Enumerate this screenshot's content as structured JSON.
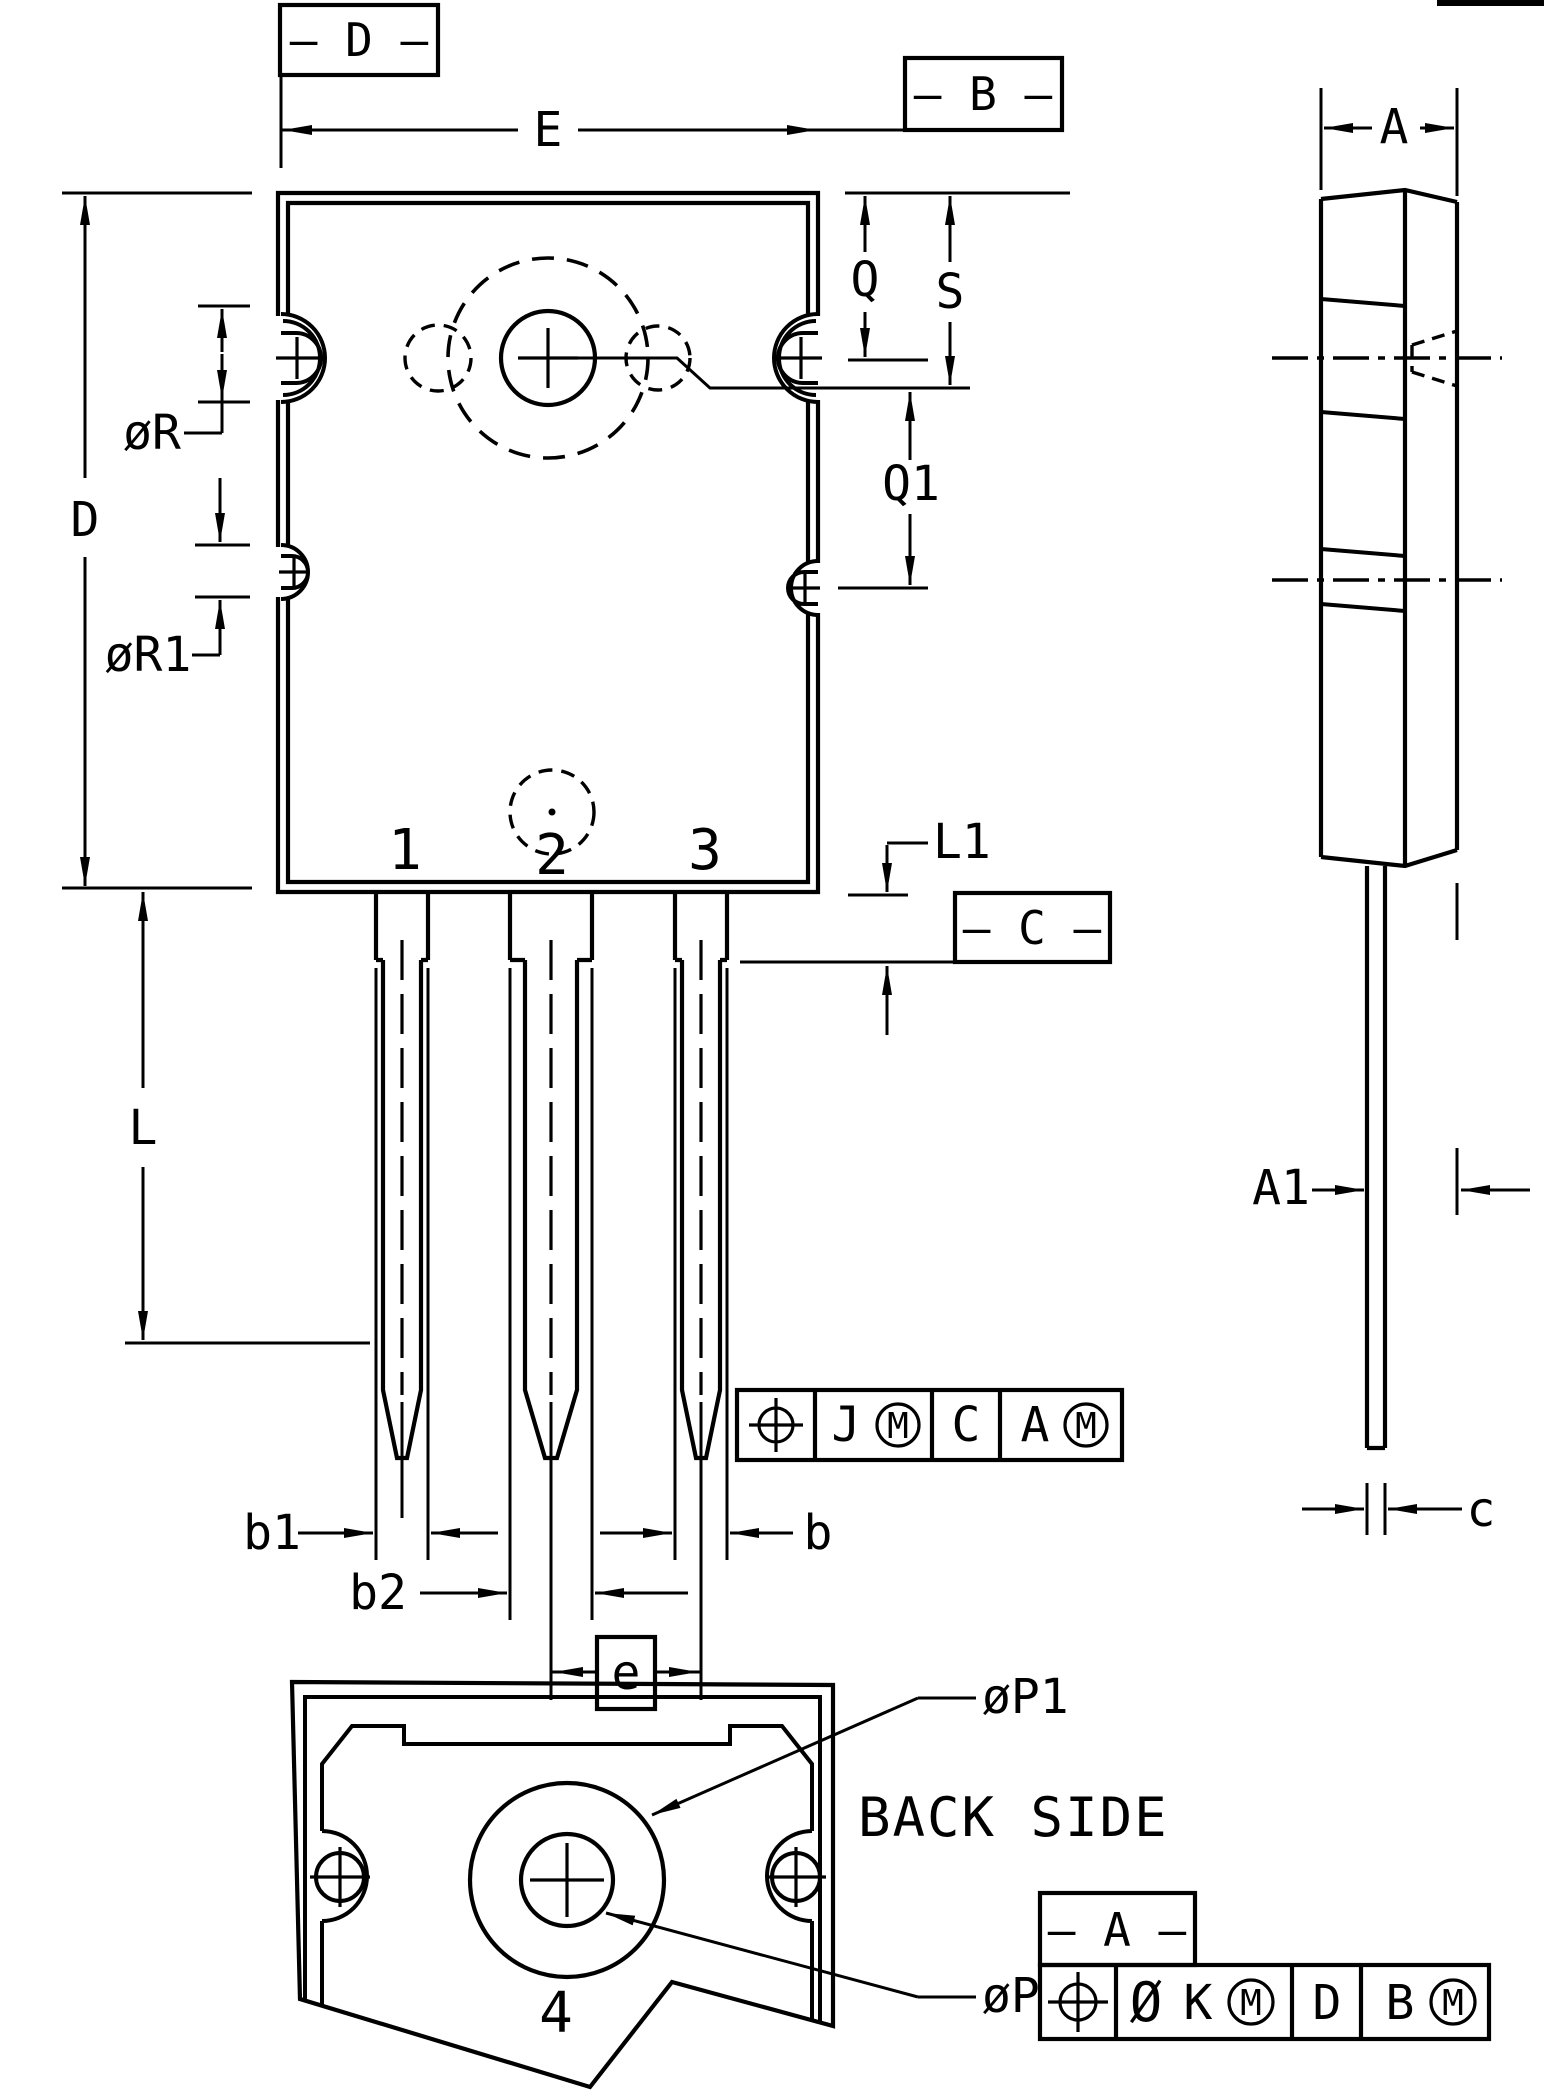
{
  "labels": {
    "datum_d": "— D —",
    "datum_b": "— B —",
    "datum_c": "— C —",
    "datum_a": "— A —",
    "dim_E": "E",
    "dim_D": "D",
    "dim_Q": "Q",
    "dim_S": "S",
    "dim_Q1": "Q1",
    "dim_R": "øR",
    "dim_R1": "øR1",
    "dim_L": "L",
    "dim_L1": "L1",
    "dim_b1": "b1",
    "dim_b2": "b2",
    "dim_b": "b",
    "dim_e": "e",
    "dim_A": "A",
    "dim_A1": "A1",
    "dim_c": "c",
    "dim_P1": "øP1",
    "dim_P": "øP",
    "pin_1": "1",
    "pin_2": "2",
    "pin_3": "3",
    "pin_4": "4",
    "back_side_title": "BACK SIDE"
  },
  "fcf_leads": {
    "datum_1": "J",
    "modifier_1": "M",
    "datum_2": "C",
    "datum_3": "A",
    "modifier_3": "M"
  },
  "fcf_hole": {
    "tolerance_prefix": "Ø",
    "datum_1": "K",
    "modifier_1": "M",
    "datum_2": "D",
    "datum_3": "B",
    "modifier_3": "M"
  }
}
